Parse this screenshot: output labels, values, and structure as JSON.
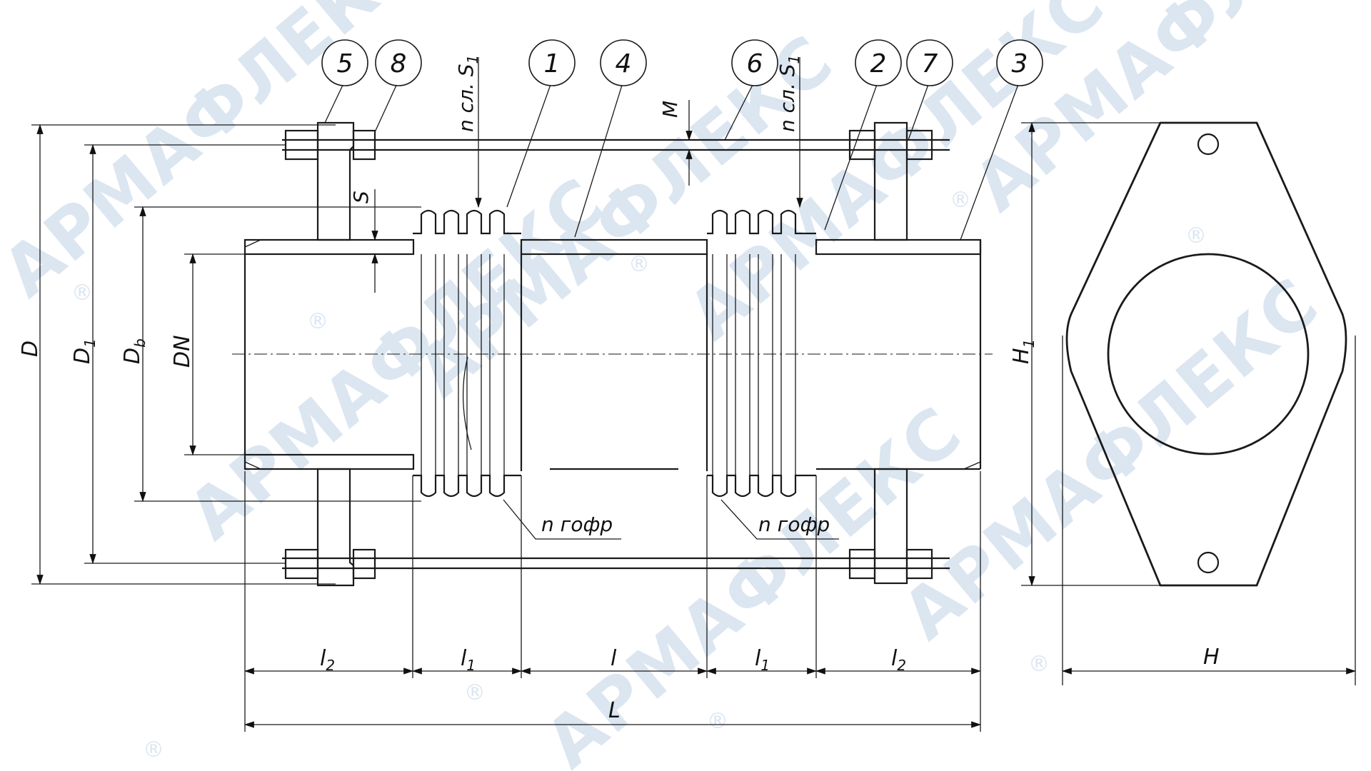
{
  "watermark": {
    "text": "АРМАФЛЕКС",
    "mark": "®"
  },
  "balloons": [
    "5",
    "8",
    "1",
    "4",
    "6",
    "2",
    "7",
    "3"
  ],
  "dimensions": {
    "D": "D",
    "D1": "D",
    "D1_sub": "1",
    "Db": "D",
    "Db_sub": "b",
    "DN": "DN",
    "S": "S",
    "M": "M",
    "n_layers_left": "n сл. S",
    "n_layers_left_sub": "1",
    "n_layers_right": "n сл. S",
    "n_layers_right_sub": "1",
    "n_gofr_left": "n гофр",
    "n_gofr_right": "n гофр",
    "l2": "l",
    "l2_sub": "2",
    "l1": "l",
    "l1_sub": "1",
    "l": "l",
    "L": "L",
    "H": "H",
    "H1": "H",
    "H1_sub": "1"
  }
}
